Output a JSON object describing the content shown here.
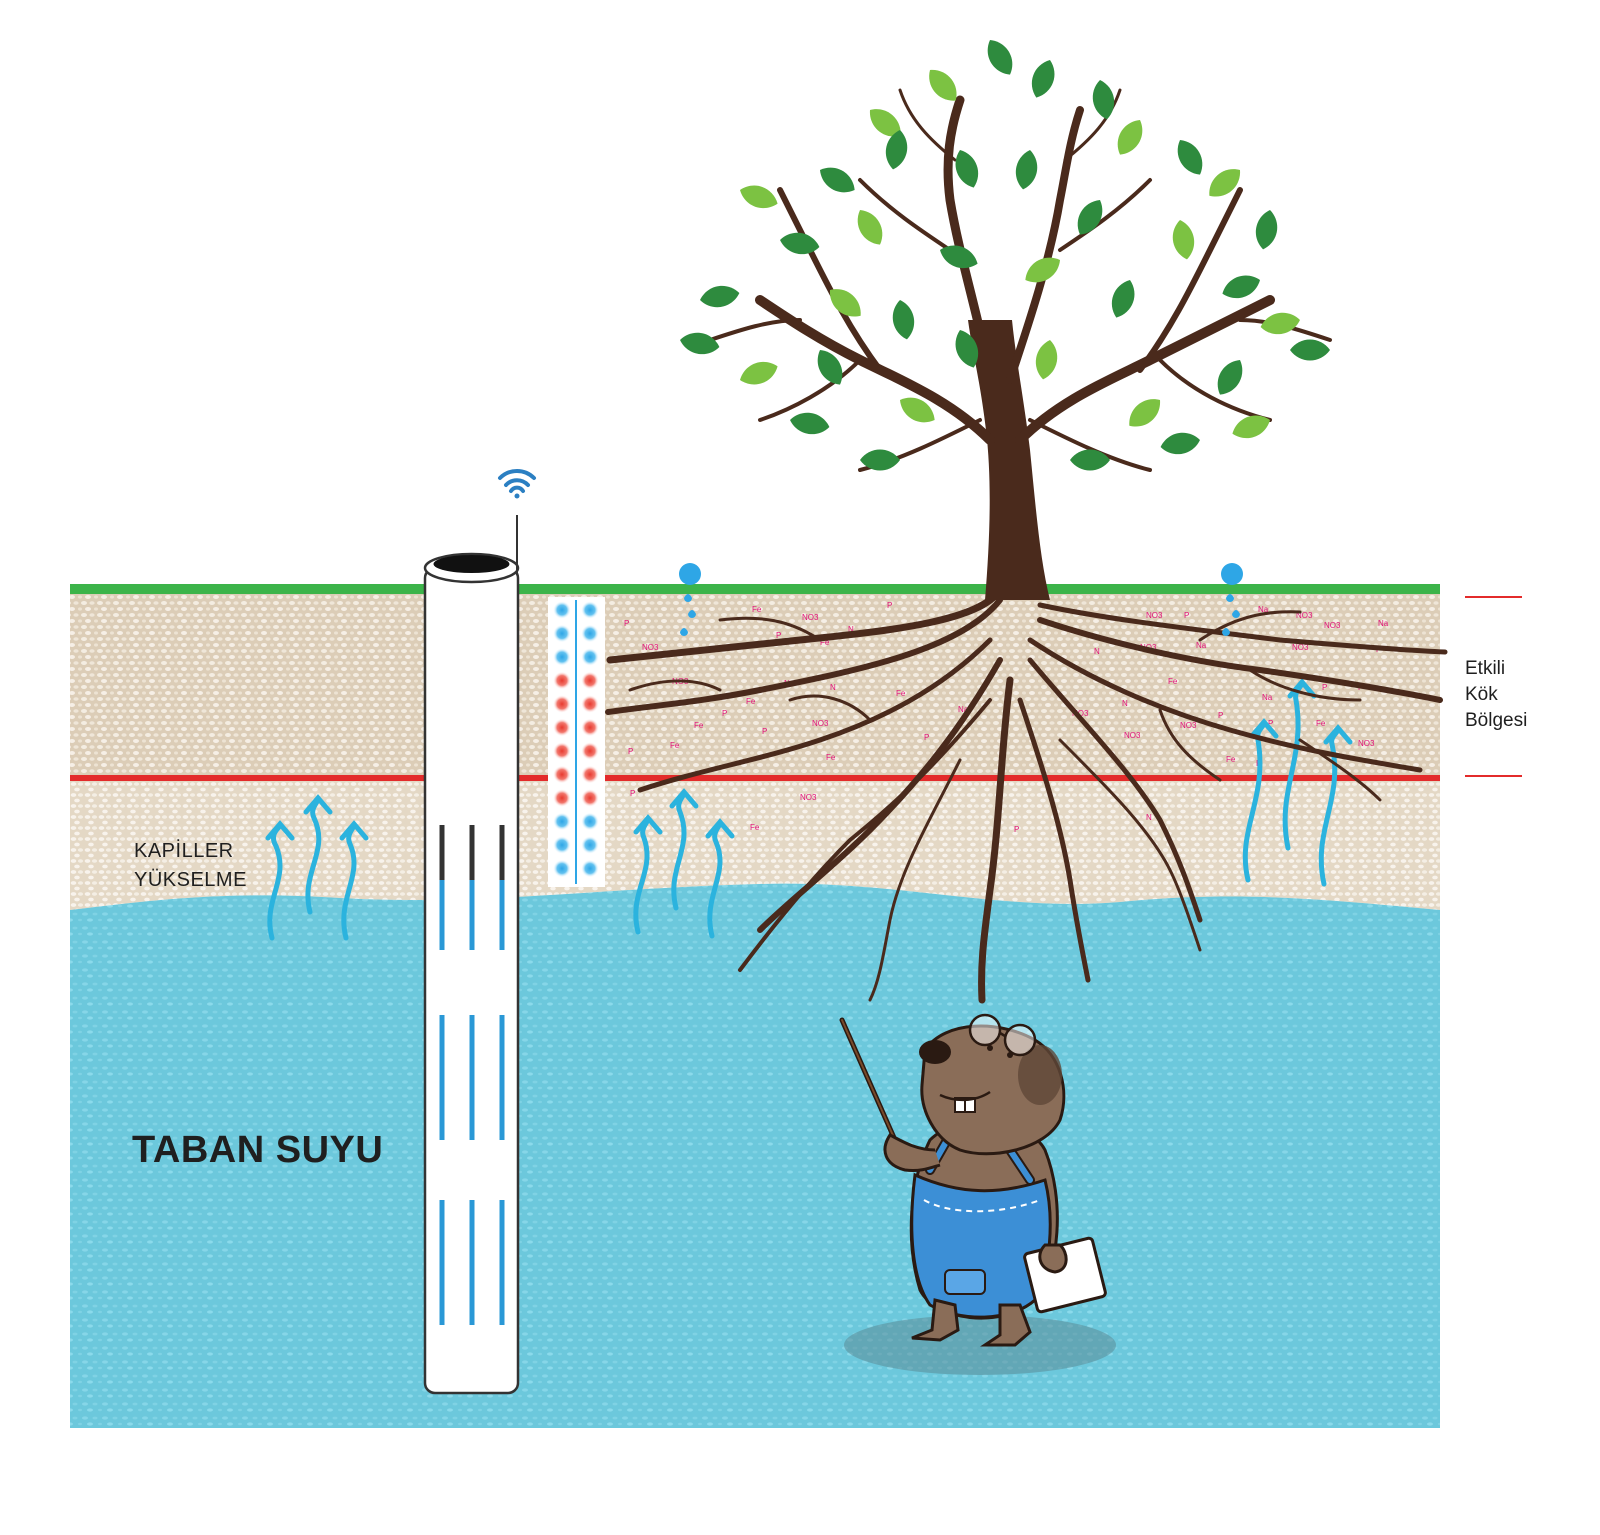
{
  "labels": {
    "capillary_line1": "KAPİLLER",
    "capillary_line2": "YÜKSELME",
    "groundwater": "TABAN SUYU",
    "root_zone_line1": "Etkili",
    "root_zone_line2": "Kök",
    "root_zone_line3": "Bölgesi"
  },
  "nutrients": [
    "Fe",
    "NO3",
    "P",
    "N",
    "Na"
  ],
  "icons": {
    "signal": "wifi-icon",
    "probe": "soil-moisture-probe",
    "drip": "water-drop-icon",
    "character": "mole-scientist"
  },
  "colors": {
    "surface": "#3cb44a",
    "root_zone_boundary": "#e32b2b",
    "groundwater": "#6cc8dc",
    "soil": "#dccdb7",
    "arrow": "#2bb3de",
    "trunk": "#4a2a1c",
    "leaf_dark": "#2e8b3e",
    "leaf_light": "#7cc242",
    "nutrient_text": "#e2127a",
    "sensor_wet": "#2ea6e6",
    "sensor_dry": "#e83a2f"
  },
  "sensor_pattern": [
    "wet",
    "wet",
    "wet",
    "dry",
    "dry",
    "dry",
    "dry",
    "dry",
    "dry",
    "wet",
    "wet",
    "wet"
  ]
}
